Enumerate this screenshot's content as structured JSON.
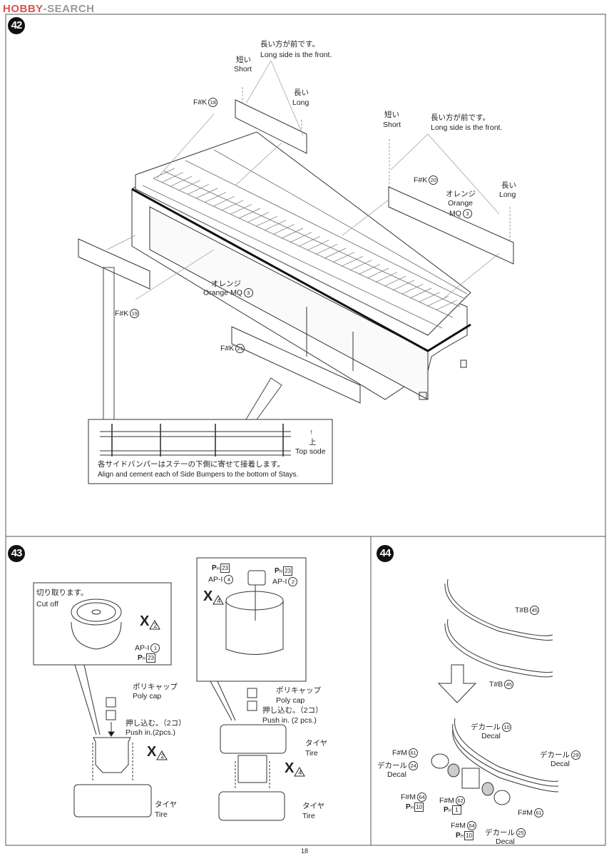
{
  "watermark": {
    "brand_a": "HOBBY",
    "brand_b": "SEARCH"
  },
  "page_number": "18",
  "step42": {
    "number": "42",
    "front_note_jp": "長い方が前です。",
    "front_note_en": "Long side is the front.",
    "short_jp": "短い",
    "short_en": "Short",
    "long_jp": "長い",
    "long_en": "Long",
    "part_18": {
      "code": "F#K",
      "num": "18"
    },
    "part_19": {
      "code": "F#K",
      "num": "19"
    },
    "part_20": {
      "code": "F#K",
      "num": "20"
    },
    "part_21": {
      "code": "F#K",
      "num": "21"
    },
    "orange_jp": "オレンジ",
    "orange_en": "Orange",
    "orange_code": "MQ",
    "orange_num": "3",
    "callout": {
      "up_jp": "上",
      "top_side": "Top sode",
      "note_jp": "各サイドバンパーはステーの下側に寄せて接着します。",
      "note_en": "Align and cement each of Side Bumpers to the bottom of Stays."
    }
  },
  "step43": {
    "number": "43",
    "cut_off_jp": "切り取ります。",
    "cut_off_en": "Cut off",
    "x_label": "X",
    "qty2": "2",
    "qty4": "4",
    "api1": {
      "code": "AP-I",
      "num": "1"
    },
    "api2": {
      "code": "AP-I",
      "num": "2"
    },
    "api4": {
      "code": "AP-I",
      "num": "4"
    },
    "paint_ph": "P",
    "paint_sub": "H",
    "paint_23": "23",
    "polycap_jp": "ポリキャップ",
    "polycap_en": "Poly cap",
    "push_jp": "押し込む。（2コ）",
    "push_en_left": "Push in.(2pcs.)",
    "push_en_right": "Push in. (2 pcs.)",
    "tire_jp": "タイヤ",
    "tire_en": "Tire"
  },
  "step44": {
    "number": "44",
    "tb45": {
      "code": "T#B",
      "num": "45"
    },
    "decal_jp": "デカール",
    "decal_en": "Decal",
    "decal_10": "10",
    "decal_29": "29",
    "decal_24": "24",
    "decal_25": "25",
    "fm61": {
      "code": "F#M",
      "num": "61"
    },
    "fm62": {
      "code": "F#M",
      "num": "62"
    },
    "fm64": {
      "code": "F#M",
      "num": "64"
    },
    "paint_10": "10",
    "paint_1": "1"
  }
}
